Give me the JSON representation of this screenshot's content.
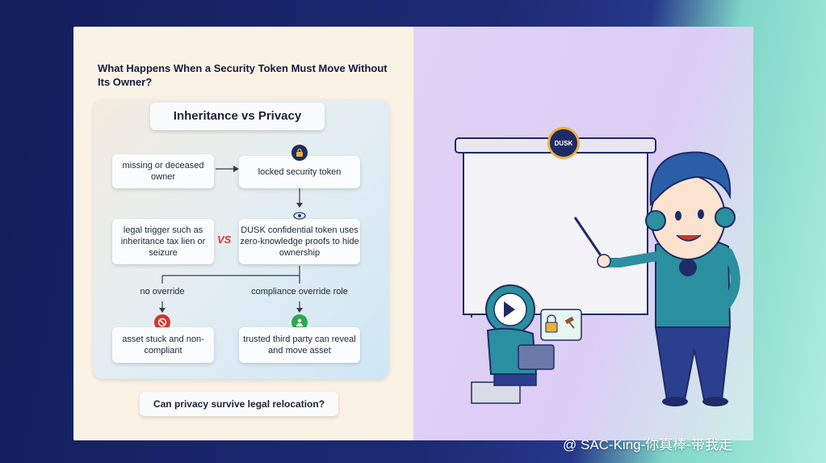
{
  "title": "What Happens When a Security Token Must Move Without Its Owner?",
  "panel_title": "Inheritance vs Privacy",
  "nodes": {
    "missing_owner": "missing or deceased owner",
    "locked_token": "locked security token",
    "legal_trigger": "legal trigger such as inheritance tax lien or seizure",
    "dusk_token": "DUSK confidential token uses zero-knowledge proofs to hide ownership",
    "asset_stuck": "asset stuck and non-compliant",
    "trusted_party": "trusted third party can reveal and move asset"
  },
  "labels": {
    "vs": "VS",
    "no_override": "no override",
    "compliance_override": "compliance override role"
  },
  "question": "Can privacy survive legal relocation?",
  "logo_text": "DUSK",
  "watermark": "@ SAC-King-你真棒-带我走",
  "icons": [
    "lock-icon",
    "eye-icon",
    "no-entry-icon",
    "user-check-icon",
    "dusk-logo-icon",
    "gavel-icon"
  ],
  "colors": {
    "accent_red": "#d9342b",
    "accent_green": "#2fa84f",
    "navy": "#1f2b66",
    "teal": "#2a8f9e"
  }
}
